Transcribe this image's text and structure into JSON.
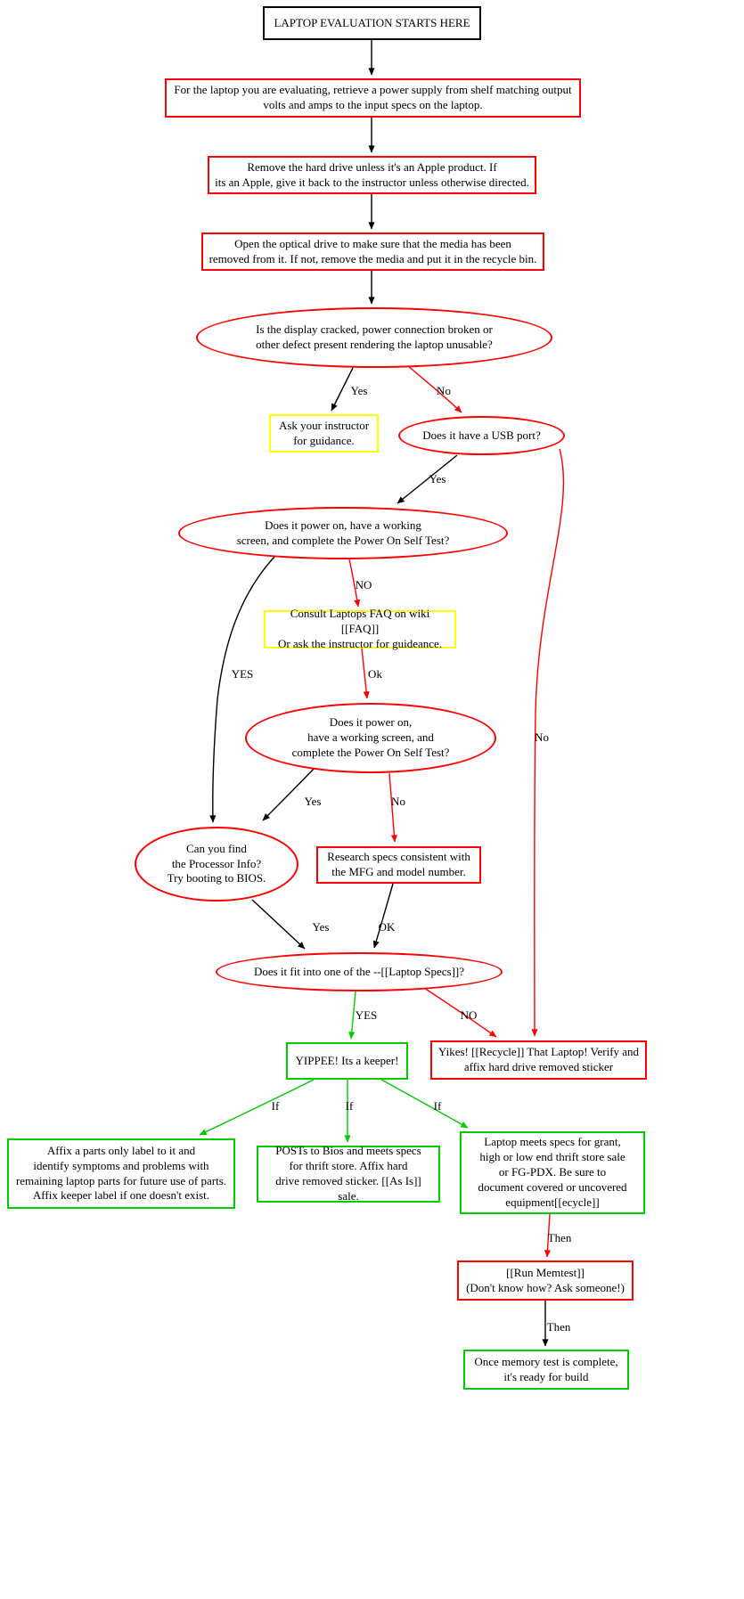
{
  "diagram": {
    "colors": {
      "red": "#ff0000",
      "green": "#00cc00",
      "yellow": "#ffff00",
      "black": "#000000"
    },
    "nodes": {
      "start": "LAPTOP EVALUATION STARTS HERE",
      "power_supply": "For the laptop you are evaluating, retrieve a power supply from shelf matching output\nvolts and amps to the input specs on the laptop.",
      "remove_hdd": "Remove the hard drive unless it's an Apple product. If\nits an Apple, give it back to the instructor unless otherwise directed.",
      "optical_drive": "Open the optical drive to make sure that the media has been\nremoved from it. If not, remove the media and put it in the recycle bin.",
      "display_cracked": "Is the display cracked, power connection broken or\nother defect present rendering the laptop unusable?",
      "ask_instructor": "Ask your instructor\nfor guidance.",
      "usb_port": "Does it have a USB port?",
      "power_on_1": "Does it power on, have a working\nscreen, and complete the Power On Self Test?",
      "consult_faq": "Consult Laptops FAQ on wiki [[FAQ]]\nOr ask the instructor for guideance.",
      "power_on_2": "Does it power on,\nhave a working screen, and\ncomplete the Power On Self Test?",
      "processor_info": "Can you find\nthe Processor Info?\nTry booting to BIOS.",
      "research_specs": "Research specs consistent with\nthe MFG and model number.",
      "fit_specs": "Does it fit into one of the --[[Laptop Specs]]?",
      "yippee": "YIPPEE! Its a keeper!",
      "yikes": "Yikes! [[Recycle]] That Laptop! Verify and\naffix hard drive removed sticker",
      "parts_only": "Affix a parts only label to it and\nidentify symptoms and problems with\nremaining laptop parts for future use of parts.\nAffix keeper label if one doesn't exist.",
      "posts_bios": "POSTs to Bios and meets specs\nfor thrift store. Affix hard\ndrive removed sticker. [[As Is]] sale.",
      "meets_specs": "Laptop meets specs for grant,\nhigh or low end thrift store sale\nor FG-PDX. Be sure to\ndocument covered or uncovered\nequipment[[ecycle]]",
      "memtest": "[[Run Memtest]]\n(Don't know how? Ask someone!)",
      "ready_build": "Once memory test is complete,\nit's ready for build"
    },
    "edge_labels": {
      "display_yes": "Yes",
      "display_no": "No",
      "usb_yes": "Yes",
      "usb_no": "No",
      "post1_no": "NO",
      "post1_yes": "YES",
      "faq_ok": "Ok",
      "post2_yes": "Yes",
      "post2_no": "No",
      "bios_yes": "Yes",
      "research_ok": "OK",
      "fit_yes": "YES",
      "fit_no": "NO",
      "if_parts": "If",
      "if_thrift": "If",
      "if_grant": "If",
      "then_memtest": "Then",
      "then_build": "Then"
    }
  }
}
